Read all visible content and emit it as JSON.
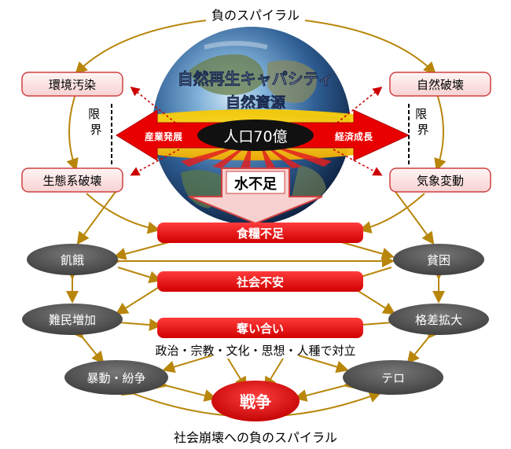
{
  "title_top": "負のスパイラル",
  "title_bottom": "社会崩壊への負のスパイラル",
  "globe": {
    "capacity": "自然再生キャパシティ",
    "resources": "自然資源",
    "population": "人口70億",
    "industry": "産業発展",
    "economy": "経済成長",
    "limit_left": "限界",
    "limit_right": "限界",
    "water": "水不足"
  },
  "pink_boxes": {
    "env_pollution": "環境汚染",
    "nature_destruction": "自然破壊",
    "ecosystem_destruction": "生態系破壊",
    "climate_change": "気象変動"
  },
  "red_bars": {
    "food": "食糧不足",
    "social": "社会不安",
    "fight": "奪い合い"
  },
  "gray_ovals": {
    "starvation": "飢餓",
    "poverty": "貧困",
    "refugees": "難民増加",
    "inequality": "格差拡大",
    "riots": "暴動・紛争",
    "terror": "テロ"
  },
  "conflict_text": "政治・宗教・文化・思想・人種で対立",
  "war": "戦争",
  "colors": {
    "arrow": "#b8860b",
    "red": "#e00000",
    "pink_fill": "#fde6e6",
    "pink_border": "#d04040",
    "gray": "#555555"
  }
}
